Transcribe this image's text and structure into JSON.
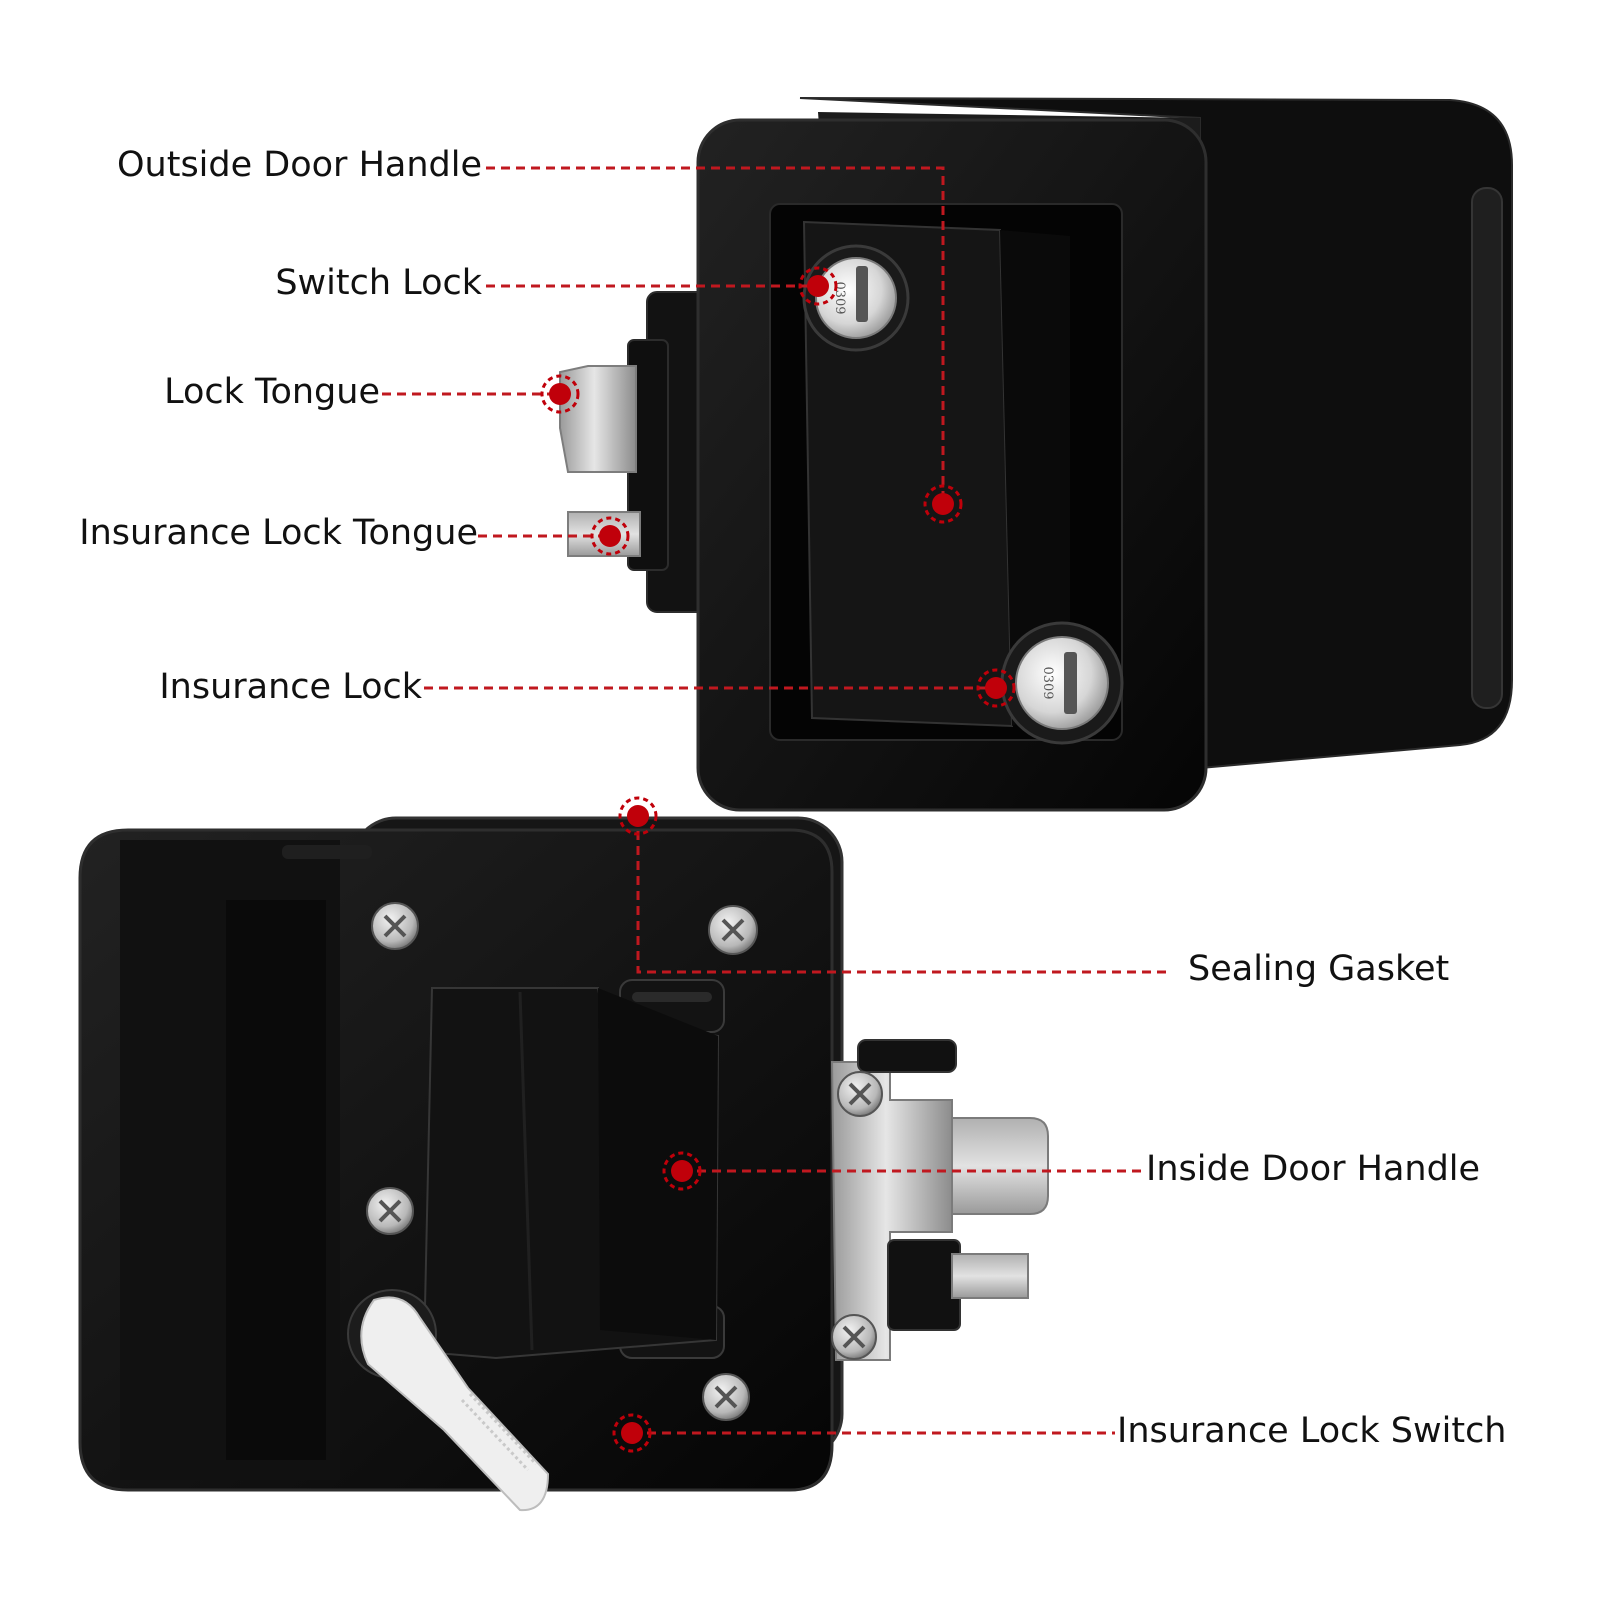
{
  "colors": {
    "leader": "#c0181f",
    "marker": "#c0000a",
    "body": "#0c0c0c",
    "metal": "#c8c8c8",
    "label": "#111111"
  },
  "labels": {
    "outside_door_handle": "Outside Door Handle",
    "switch_lock": "Switch Lock",
    "lock_tongue": "Lock Tongue",
    "insurance_lock_tongue": "Insurance Lock Tongue",
    "insurance_lock": "Insurance Lock",
    "sealing_gasket": "Sealing Gasket",
    "inside_door_handle": "Inside Door Handle",
    "insurance_lock_switch": "Insurance Lock Switch"
  },
  "key_codes": {
    "switch_lock": "0309",
    "insurance_lock": "0309"
  },
  "icons": [
    "lock-cylinder-icon",
    "screw-icon",
    "marker-dot-icon"
  ]
}
